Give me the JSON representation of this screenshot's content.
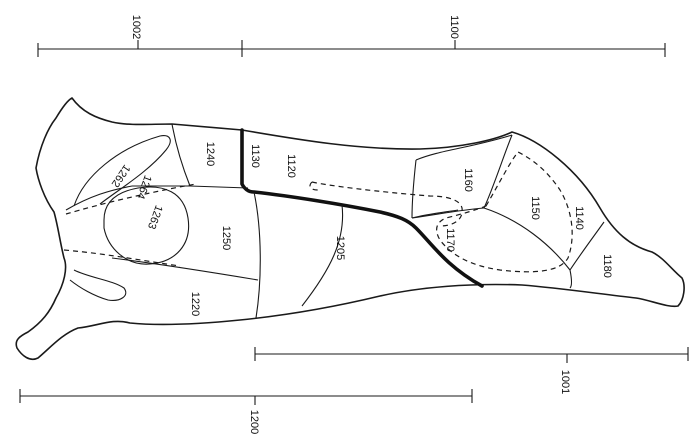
{
  "dimensions": {
    "d1002": "1002",
    "d1100": "1100",
    "d1001": "1001",
    "d1200": "1200"
  },
  "cuts": {
    "c1130": "1130",
    "c1120": "1120",
    "c1160": "1160",
    "c1150": "1150",
    "c1140": "1140",
    "c1180": "1180",
    "c1170": "1170",
    "c1205": "1205",
    "c1240": "1240",
    "c1250": "1250",
    "c1220": "1220",
    "c1262": "1262",
    "c1264": "1264",
    "c1263": "1263"
  },
  "colors": {
    "line": "#1a1a1a",
    "background": "#ffffff"
  }
}
